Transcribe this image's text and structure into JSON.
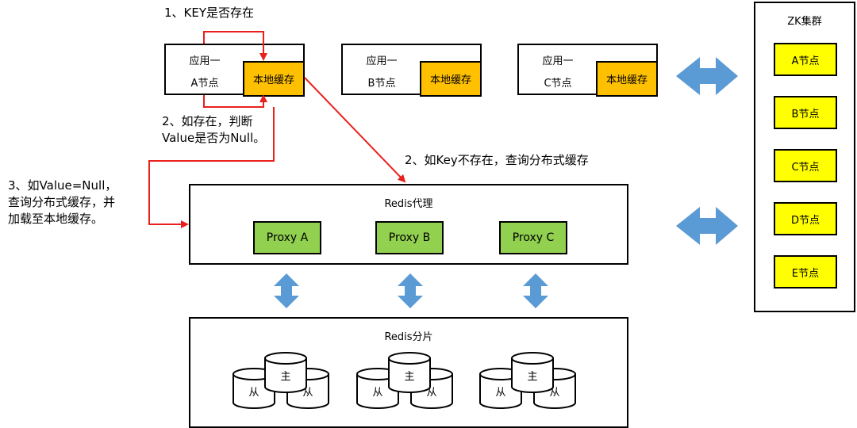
{
  "annotations": {
    "step1": "1、KEY是否存在",
    "step2a_line1": "2、如存在，判断",
    "step2a_line2": "Value是否为Null。",
    "step2b": "2、如Key不存在，查询分布式缓存",
    "step3_line1": "3、如Value=Null，",
    "step3_line2": "查询分布式缓存，并",
    "step3_line3": "加载至本地缓存。"
  },
  "app_nodes": [
    {
      "app": "应用一",
      "node": "A节点",
      "cache": "本地缓存"
    },
    {
      "app": "应用一",
      "node": "B节点",
      "cache": "本地缓存"
    },
    {
      "app": "应用一",
      "node": "C节点",
      "cache": "本地缓存"
    }
  ],
  "redis_proxy": {
    "title": "Redis代理",
    "proxies": [
      "Proxy A",
      "Proxy B",
      "Proxy C"
    ]
  },
  "redis_shard": {
    "title": "Redis分片",
    "groups": [
      {
        "master": "主",
        "slave_left": "从",
        "slave_right": "从"
      },
      {
        "master": "主",
        "slave_left": "从",
        "slave_right": "从"
      },
      {
        "master": "主",
        "slave_left": "从",
        "slave_right": "从"
      }
    ]
  },
  "zk_cluster": {
    "title": "ZK集群",
    "nodes": [
      "A节点",
      "B节点",
      "C节点",
      "D节点",
      "E节点"
    ]
  },
  "colors": {
    "cache": "#ffc000",
    "proxy": "#92d050",
    "zk_node": "#ffff00",
    "arrow_blue": "#5b9bd5",
    "flow_red": "#e8211c"
  }
}
